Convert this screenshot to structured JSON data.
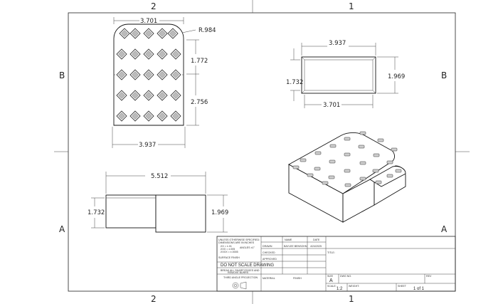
{
  "zones": {
    "top_left": "2",
    "top_right": "1",
    "bottom_left": "2",
    "bottom_right": "1",
    "left_upper": "B",
    "left_lower": "A",
    "right_upper": "B",
    "right_lower": "A"
  },
  "front_view": {
    "width_top": "3.701",
    "radius": "R.984",
    "height_upper": "1.772",
    "height_lower": "2.756",
    "width_bottom": "3.937"
  },
  "top_right_view": {
    "width_top": "3.937",
    "height_left": "1.732",
    "height_right": "1.969",
    "width_bottom": "3.701"
  },
  "side_view": {
    "width_top": "5.512",
    "height_left": "1.732",
    "height_right": "1.969"
  },
  "title_block": {
    "tolerance_notes": [
      "UNLESS OTHERWISE SPECIFIED:",
      "DIMENSIONS ARE IN INCHES",
      ".XX = ±.01",
      ".XXX = ±.005",
      ".XXXX = ±.0005",
      "ANGLES ±1°",
      "SURFACE FINISH"
    ],
    "do_not_scale": "DO NOT SCALE DRAWING",
    "break_edges": "BREAK ALL SHARP EDGES AND",
    "remove_burrs": "REMOVE BURRS",
    "projection": "THIRD ANGLE PROJECTION",
    "name_header": "NAME",
    "date_header": "DATE",
    "drawn": "DRAWN",
    "checked": "CHECKED",
    "approved": "APPROVED",
    "material": "MATERIAL",
    "finish": "FINISH",
    "drawn_name": "BAYLEE BENSOHN",
    "drawn_date": "4/24/2025",
    "title_label": "TITLE:",
    "size_label": "SIZE",
    "size": "A",
    "dwg_no_label": "DWG NO.",
    "rev_label": "REV",
    "scale_label": "SCALE:",
    "scale": "1:2",
    "weight_label": "WEIGHT:",
    "sheet_label": "SHEET",
    "sheet": "1 of 1"
  }
}
